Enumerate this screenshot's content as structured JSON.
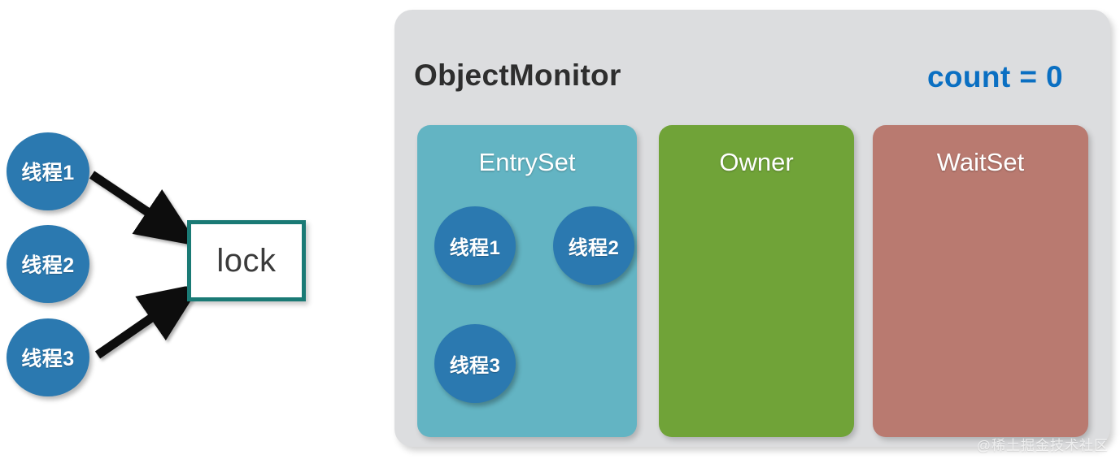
{
  "diagram": {
    "title": "ObjectMonitor",
    "count_label": "count = 0",
    "lock_label": "lock",
    "watermark": "@稀土掘金技术社区",
    "colors": {
      "panel_background": "#dcdddf",
      "entryset": "#63b4c3",
      "owner": "#70a338",
      "waitset": "#b97a70",
      "thread_circle": "#2b79b0",
      "count_text": "#0a6fc2",
      "lock_border": "#1a7a75",
      "black_arrow": "#111111",
      "red_arrow": "#c62020"
    },
    "waiting_threads": [
      {
        "label": "线程1"
      },
      {
        "label": "线程2"
      },
      {
        "label": "线程3"
      }
    ],
    "regions": [
      {
        "name": "EntrySet",
        "title": "EntrySet",
        "threads": [
          {
            "label": "线程1"
          },
          {
            "label": "线程2"
          },
          {
            "label": "线程3"
          }
        ]
      },
      {
        "name": "Owner",
        "title": "Owner",
        "threads": []
      },
      {
        "name": "WaitSet",
        "title": "WaitSet",
        "threads": []
      }
    ],
    "arrows": [
      {
        "name": "thread1-to-lock",
        "color": "#111111",
        "from": "线程1",
        "to": "lock"
      },
      {
        "name": "thread2-to-lock",
        "color": "#111111",
        "from": "线程2",
        "to": "lock"
      },
      {
        "name": "thread3-to-lock",
        "color": "#111111",
        "from": "线程3",
        "to": "lock"
      },
      {
        "name": "lock-to-objectmonitor",
        "color": "#c62020",
        "from": "lock",
        "to": "ObjectMonitor"
      }
    ]
  }
}
